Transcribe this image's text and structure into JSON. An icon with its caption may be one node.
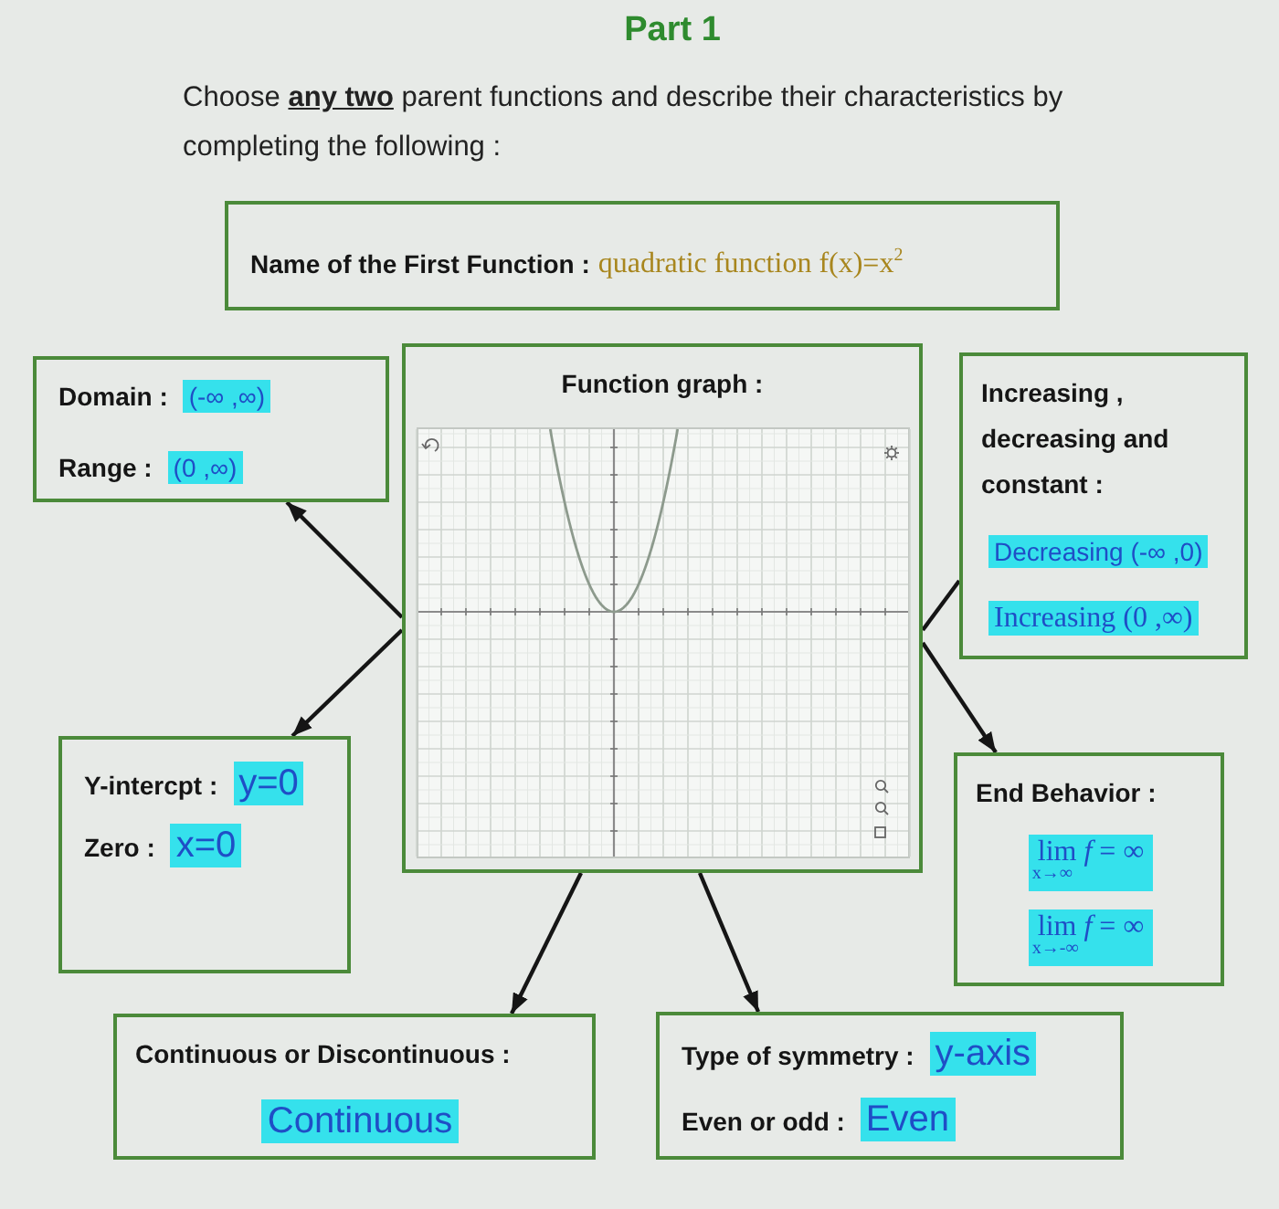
{
  "diagram": {
    "title": "Part 1",
    "nodes": [
      {
        "text": [
          "Name of the First Function :",
          "quadratic function f(x)=x$^{2}$"
        ]
      },
      {
        "text": [
          "Domain :",
          "(-∞ ,∞)",
          "Range :",
          "(0 ,∞)"
        ]
      },
      {
        "text": [
          "Function graph :"
        ]
      },
      {
        "text": [
          "Increasing , decreasing and constant :",
          "Decreasing (-∞ ,0)",
          "Increasing (0 ,∞)"
        ]
      },
      {
        "text": [
          "Y-intercpt :",
          "y=0",
          "Zero :",
          "x=0"
        ]
      },
      {
        "text": [
          "End Behavior :",
          "lim$_{x→∞}$ *f* = ∞",
          "lim$_{x→-∞}$ *f* = ∞"
        ]
      },
      {
        "text": [
          "Continuous or Discontinuous :",
          "Continuous"
        ]
      },
      {
        "text": [
          "Type of symmetry :",
          "y-axis",
          "Even or odd :",
          "Even"
        ]
      }
    ],
    "edges": [
      {
        "from": 2,
        "to": 1,
        "arrow": "to"
      },
      {
        "from": 2,
        "to": 3,
        "arrow": "none"
      },
      {
        "from": 2,
        "to": 4,
        "arrow": "to"
      },
      {
        "from": 2,
        "to": 5,
        "arrow": "to"
      },
      {
        "from": 2,
        "to": 6,
        "arrow": "to"
      },
      {
        "from": 2,
        "to": 7,
        "arrow": "to"
      }
    ],
    "labels": [
      "Choose **any two** parent functions and describe their characteristics by completing the following :"
    ]
  }
}
